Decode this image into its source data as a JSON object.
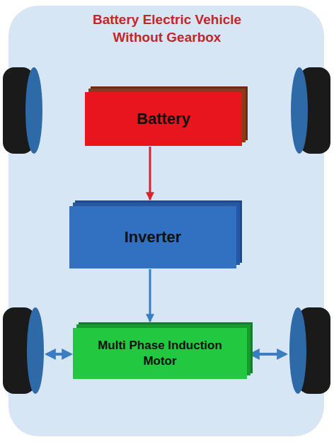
{
  "diagram": {
    "title": "Battery Electric Vehicle Without Gearbox",
    "nodes": [
      {
        "text": [
          "Battery"
        ]
      },
      {
        "text": [
          "Inverter"
        ]
      },
      {
        "text": [
          "Multi Phase Induction Motor"
        ]
      }
    ],
    "edges": [
      {
        "from": 0,
        "to": 1,
        "arrow": "to"
      },
      {
        "from": 1,
        "to": 2,
        "arrow": "to"
      }
    ]
  }
}
